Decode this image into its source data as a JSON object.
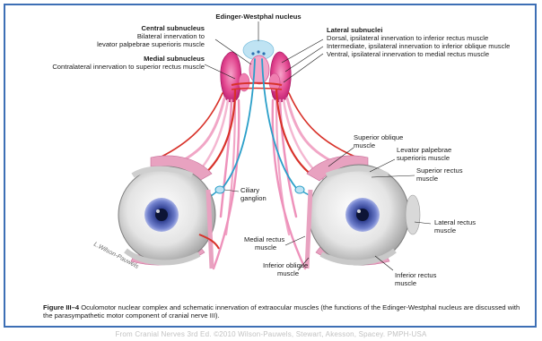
{
  "labels": {
    "ew_nucleus": "Edinger-Westphal nucleus",
    "central_title": "Central subnucleus",
    "central_line1": "Bilateral innervation to",
    "central_line2": "levator palpebrae superioris muscle",
    "medial_title": "Medial subnucleus",
    "medial_line1": "Contralateral innervation to superior rectus muscle",
    "lateral_title": "Lateral subnuclei",
    "lateral_line1": "Dorsal, ipsilateral innervation to inferior rectus muscle",
    "lateral_line2": "Intermediate, ipsilateral innervation to inferior oblique muscle",
    "lateral_line3": "Ventral, ipsilateral innervation to medial rectus muscle",
    "sup_oblique_1": "Superior oblique",
    "sup_oblique_2": "muscle",
    "levator_1": "Levator palpebrae",
    "levator_2": "superioris muscle",
    "sup_rectus_1": "Superior rectus",
    "sup_rectus_2": "muscle",
    "ciliary_1": "Ciliary",
    "ciliary_2": "ganglion",
    "lat_rectus_1": "Lateral rectus",
    "lat_rectus_2": "muscle",
    "med_rectus_1": "Medial rectus",
    "med_rectus_2": "muscle",
    "inf_oblique_1": "Inferior oblique",
    "inf_oblique_2": "muscle",
    "inf_rectus_1": "Inferior rectus",
    "inf_rectus_2": "muscle",
    "signature": "L.Wilson-Pauwels"
  },
  "caption": {
    "figure_label": "Figure III–4",
    "text": " Oculomotor nuclear complex and schematic innervation of extraocular muscles (the functions of the Edinger-Westphal nucleus are discussed with the parasympathetic motor component of cranial nerve III)."
  },
  "source": "From Cranial Nerves 3rd Ed. ©2010 Wilson-Pauwels, Stewart, Akesson, Spacey. PMPH-USA",
  "colors": {
    "frame": "#3d6fb5",
    "nucleus_magenta": "#e2468f",
    "nerve_red": "#d8322a",
    "nerve_pink": "#f1a6c6",
    "parasympathetic_blue": "#2a9fc9",
    "ew_blue": "#bfe3f3",
    "iris": "#5f6fb8"
  }
}
